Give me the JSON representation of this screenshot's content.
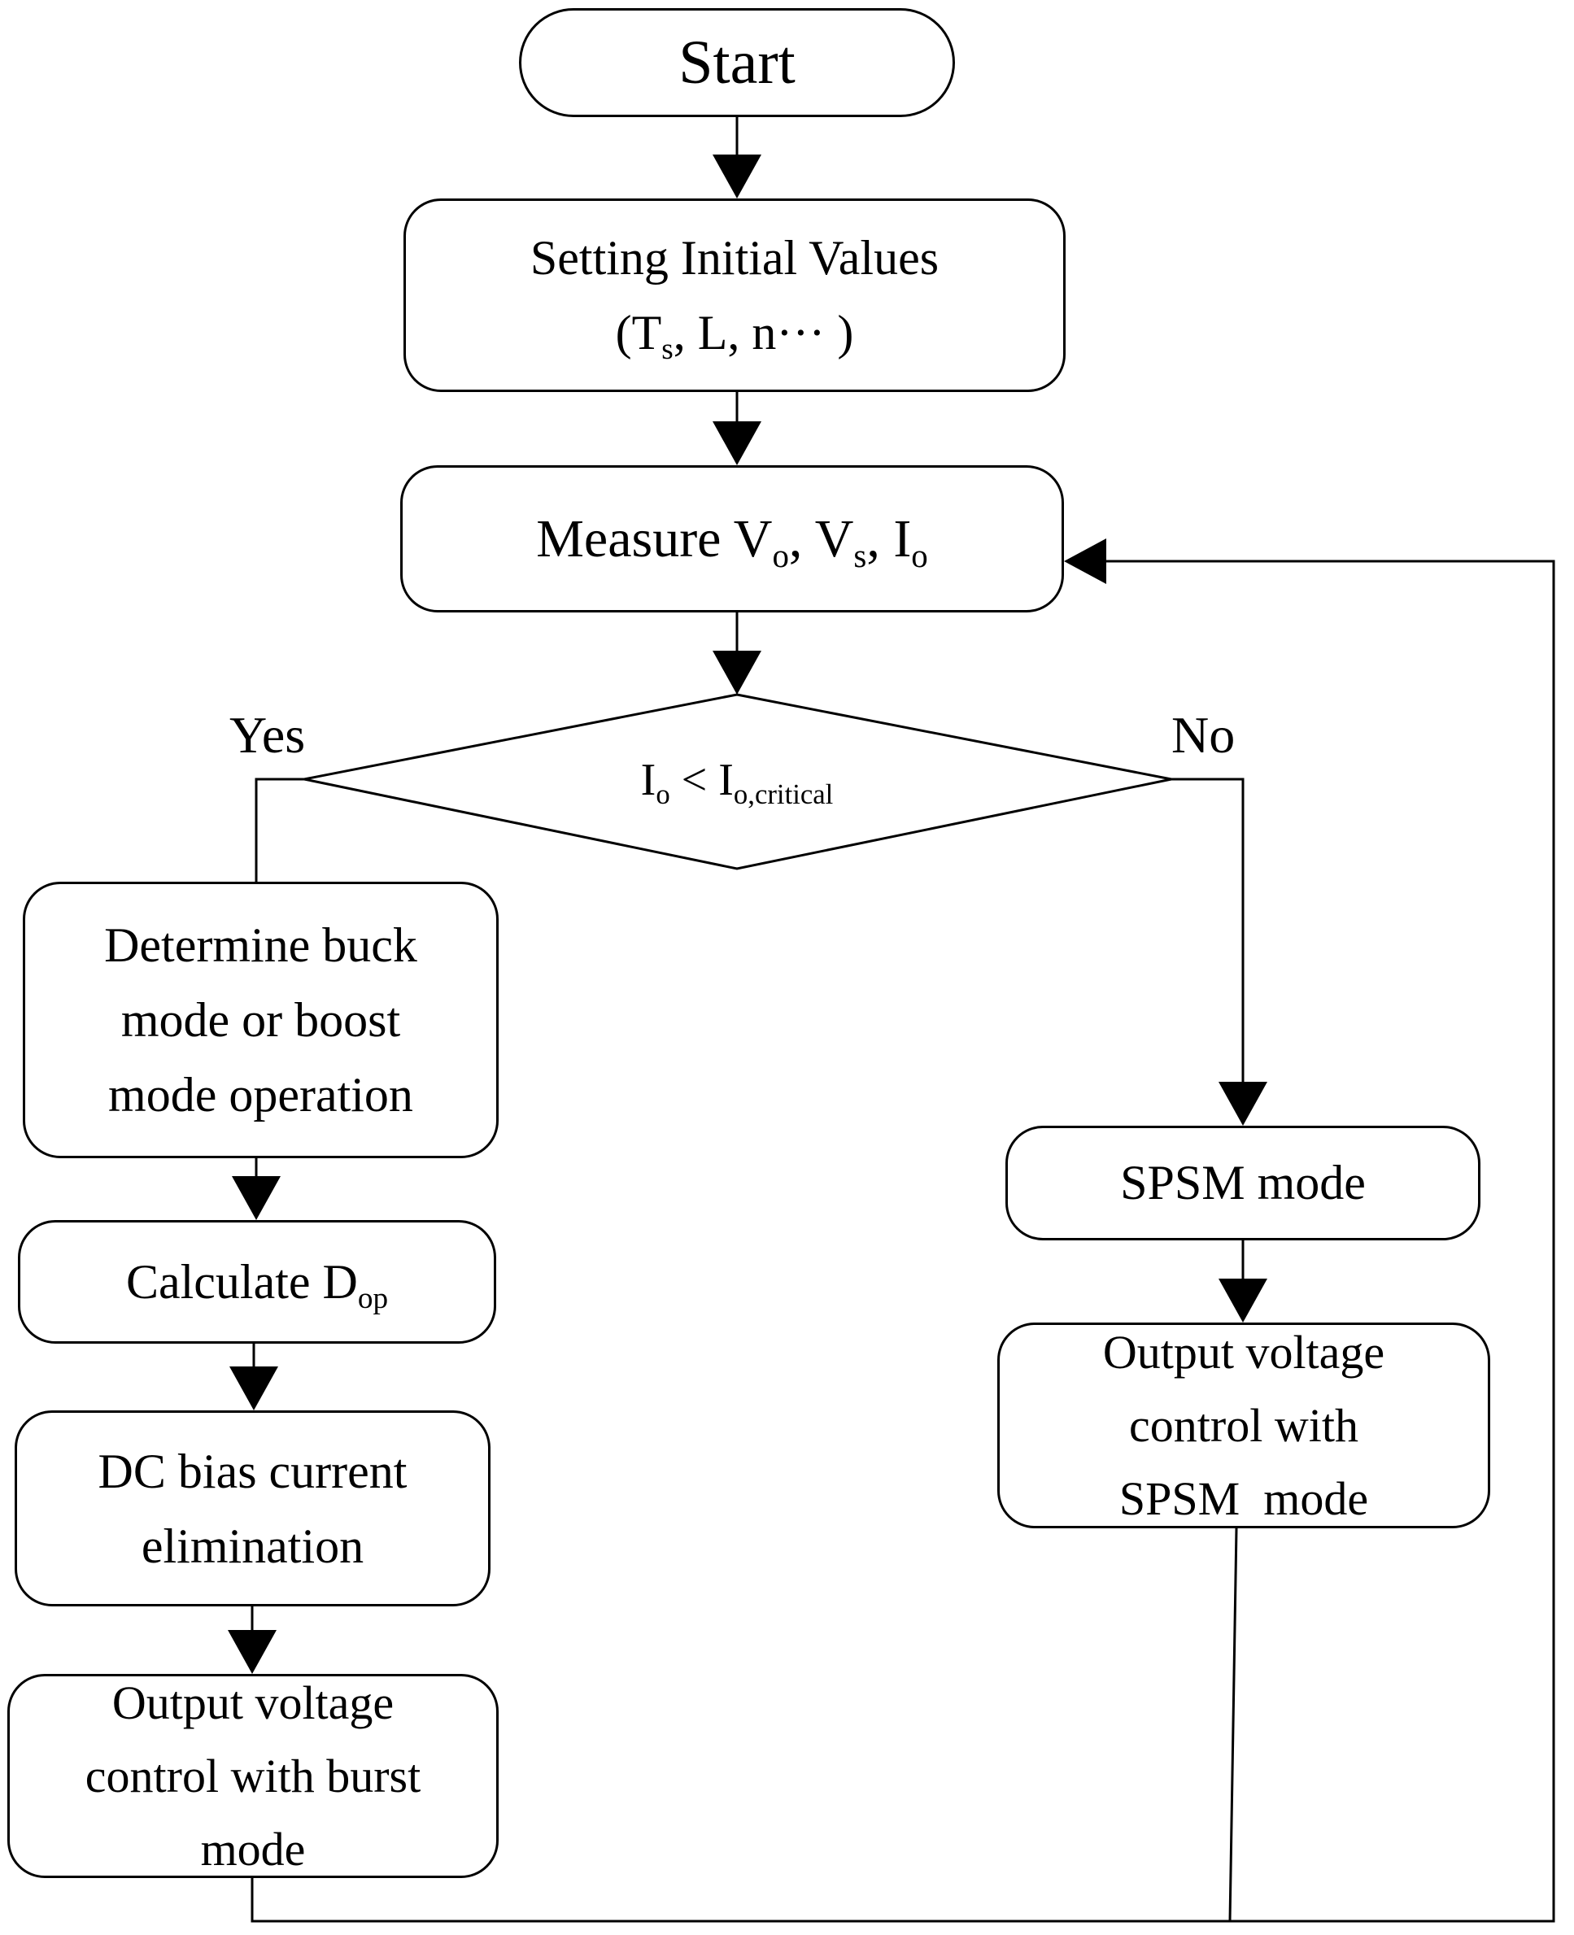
{
  "nodes": {
    "start": {
      "label": "Start"
    },
    "init": {
      "line1": "Setting Initial Values",
      "line2_open": "(T",
      "line2_sub": "s",
      "line2_rest": ", L, n··· )"
    },
    "measure": {
      "prefix": "Measure V",
      "sub1": "o",
      "mid1": ", V",
      "sub2": "s",
      "mid2": ", I",
      "sub3": "o"
    },
    "decision": {
      "prefix": "I",
      "sub1": "o",
      "mid": " < I",
      "sub2": "o,critical"
    },
    "determine": {
      "lines": [
        "Determine buck",
        "mode or boost",
        "mode operation"
      ]
    },
    "calculate": {
      "prefix": "Calculate D",
      "sub": "op"
    },
    "dc_bias": {
      "lines": [
        "DC bias current",
        "elimination"
      ]
    },
    "burst": {
      "lines": [
        "Output voltage",
        "control with burst",
        "mode"
      ]
    },
    "spsm": {
      "label": "SPSM mode"
    },
    "spsm_control": {
      "lines": [
        "Output voltage",
        "control with",
        "SPSM  mode"
      ]
    }
  },
  "branches": {
    "yes": "Yes",
    "no": "No"
  }
}
